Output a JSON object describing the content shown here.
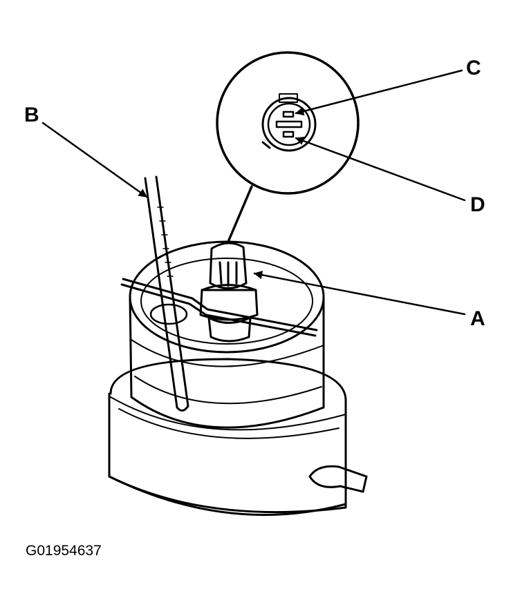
{
  "callouts": {
    "a": "A",
    "b": "B",
    "c": "C",
    "d": "D"
  },
  "figure_id": "G01954637"
}
